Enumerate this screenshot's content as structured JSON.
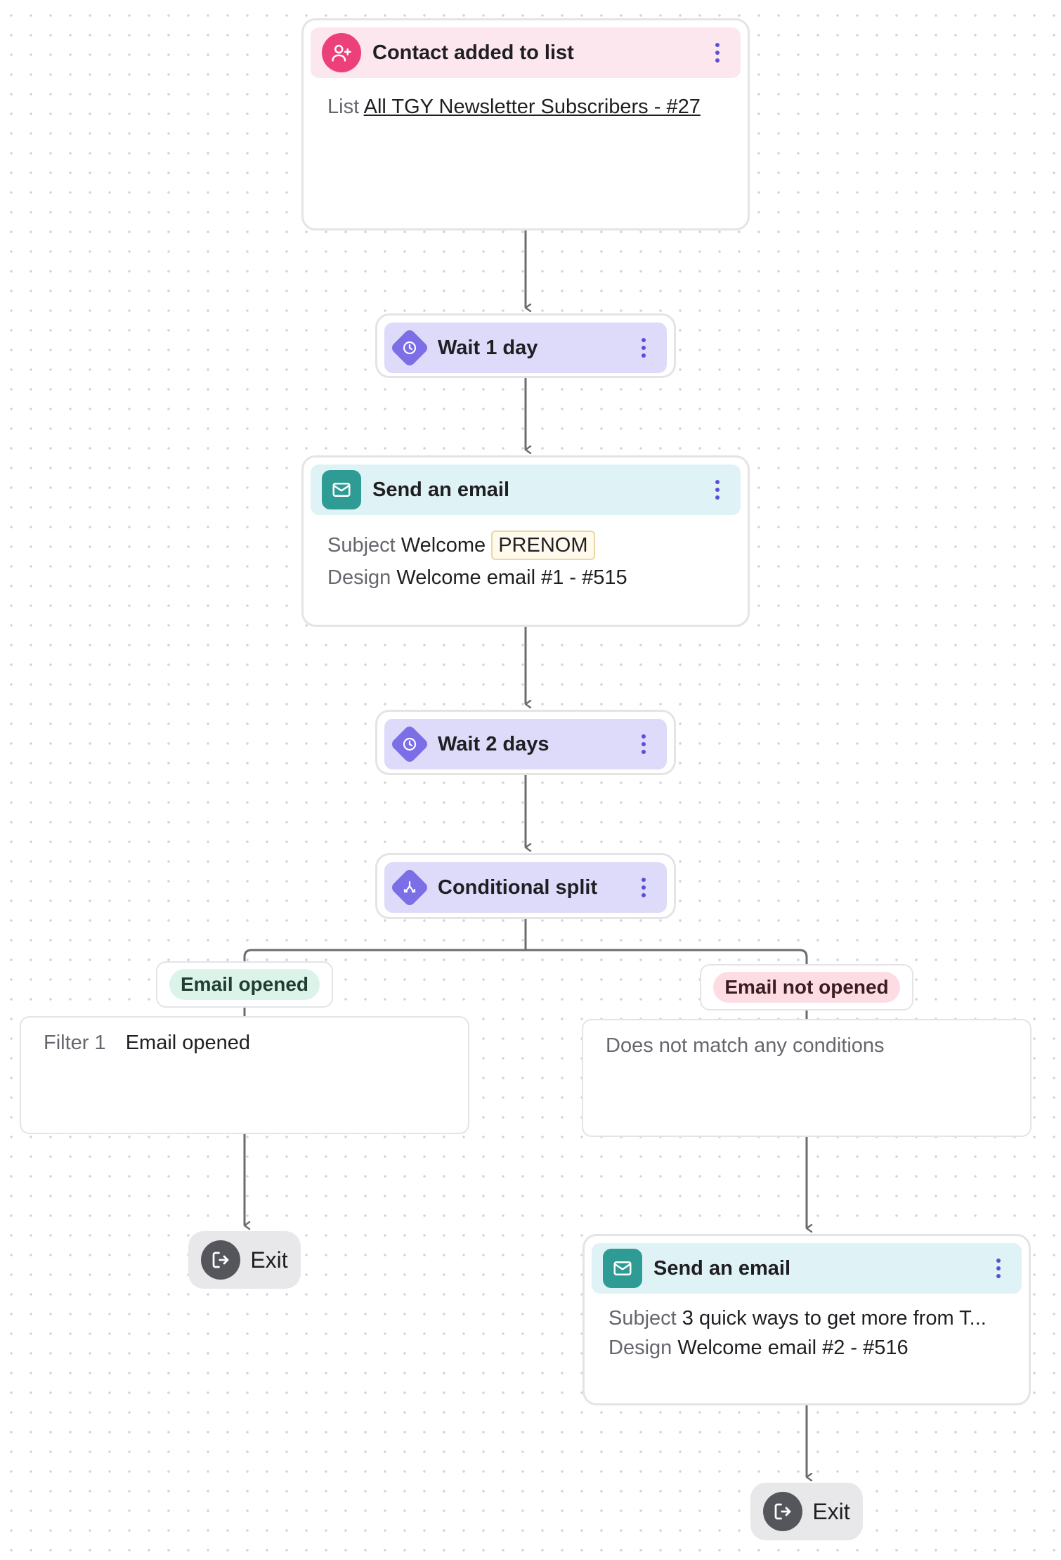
{
  "trigger": {
    "title": "Contact added to list",
    "icon": "user-plus-icon",
    "list_label": "List",
    "list_value": "All TGY Newsletter Subscribers - #27"
  },
  "wait1": {
    "title": "Wait 1 day",
    "icon": "clock-icon"
  },
  "email1": {
    "title": "Send an email",
    "icon": "envelope-icon",
    "subject_label": "Subject",
    "subject_value": "Welcome",
    "subject_tag": "PRENOM",
    "design_label": "Design",
    "design_value": "Welcome email #1 - #515"
  },
  "wait2": {
    "title": "Wait 2 days",
    "icon": "clock-icon"
  },
  "split": {
    "title": "Conditional split",
    "icon": "split-icon"
  },
  "branch_left": {
    "label": "Email opened",
    "filter_label": "Filter 1",
    "filter_value": "Email opened",
    "exit_label": "Exit"
  },
  "branch_right": {
    "label": "Email not opened",
    "condition_text": "Does not match any conditions"
  },
  "email2": {
    "title": "Send an email",
    "icon": "envelope-icon",
    "subject_label": "Subject",
    "subject_value": "3 quick ways to get more from T...",
    "design_label": "Design",
    "design_value": "Welcome email #2 - #516"
  },
  "final_exit": {
    "label": "Exit",
    "icon": "exit-icon"
  },
  "colors": {
    "trigger_accent": "#ec407a",
    "email_accent": "#2e9c95",
    "wait_accent": "#7b6ee6",
    "kebab": "#5b4fd6",
    "connector": "#6b6b70"
  }
}
